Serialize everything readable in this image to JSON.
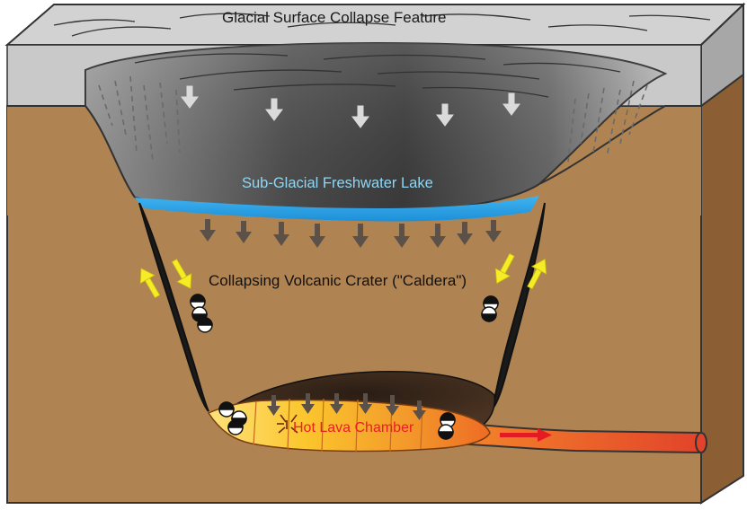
{
  "labels": {
    "surface": "Glacial Surface Collapse Feature",
    "lake": "Sub-Glacial Freshwater Lake",
    "caldera": "Collapsing Volcanic Crater (\"Caldera\")",
    "lava": "Hot Lava Chamber"
  },
  "colors": {
    "ground": "#b08352",
    "ground_side": "#8b5e33",
    "ice_top": "#d2d2d2",
    "ice_side": "#a7a7a7",
    "lake": "#2aa4e8",
    "arrow_dark": "#5b5148",
    "arrow_light": "#dadada",
    "arrow_yellow": "#f6ec25",
    "arrow_red": "#e51b24",
    "lava_yellow": "#fbd233",
    "lava_red": "#e8521f"
  },
  "icons": {
    "down_arrows_ice": "down-arrow-icon",
    "down_arrows_ground": "down-arrow-icon",
    "yellow_arrows": "yellow-up-arrow-icon",
    "markers": "fault-marker-icon",
    "star": "explosion-star-icon"
  }
}
